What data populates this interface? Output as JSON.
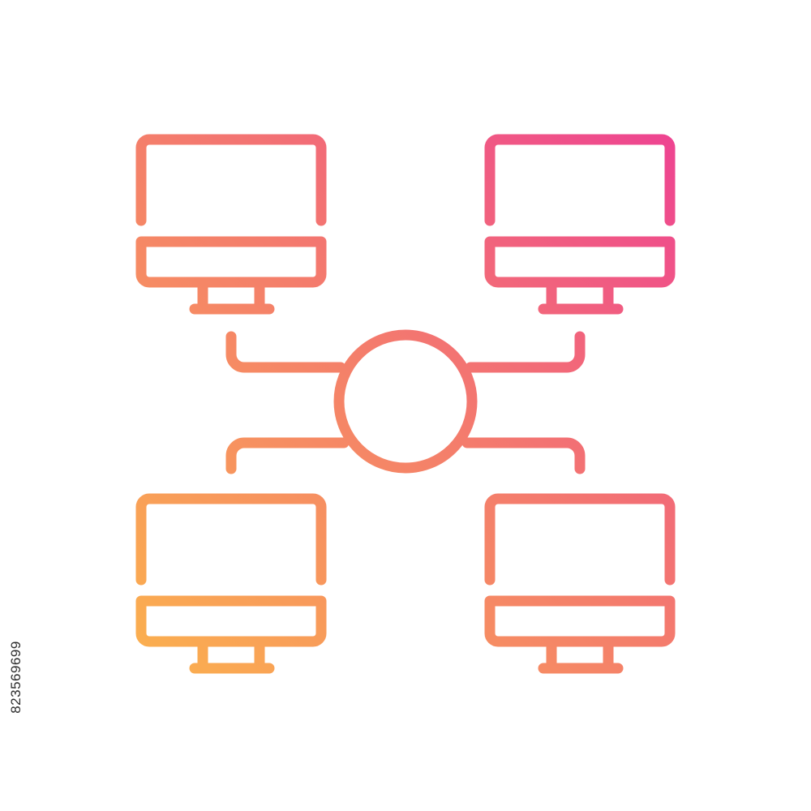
{
  "watermark": {
    "id_text": "823569699"
  },
  "icon": {
    "name": "computer-network-icon",
    "gradient": {
      "start_color": "#fbb04e",
      "mid_color": "#f47e6b",
      "end_color": "#ee4491"
    }
  },
  "nodes": [
    {
      "name": "monitor-top-left"
    },
    {
      "name": "monitor-top-right"
    },
    {
      "name": "monitor-bottom-left"
    },
    {
      "name": "monitor-bottom-right"
    }
  ]
}
